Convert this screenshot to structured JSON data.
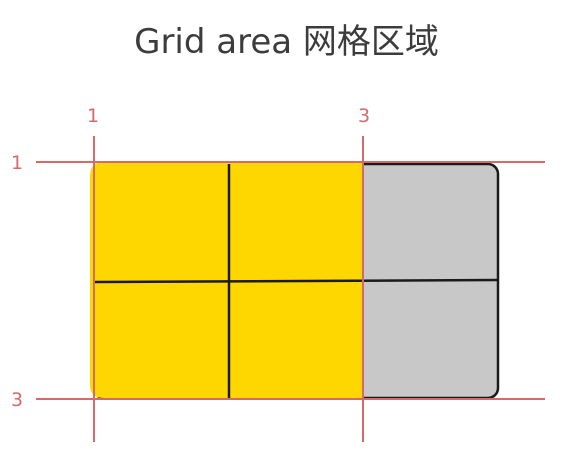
{
  "title": "Grid area 网格区域",
  "colors": {
    "highlight": "#ffd700",
    "cell": "#c8c8c8",
    "grid_line": "#d46a6a",
    "stroke": "#1a1a1a"
  },
  "labels": {
    "col_start": "1",
    "col_end": "3",
    "row_start": "1",
    "row_end": "3"
  }
}
